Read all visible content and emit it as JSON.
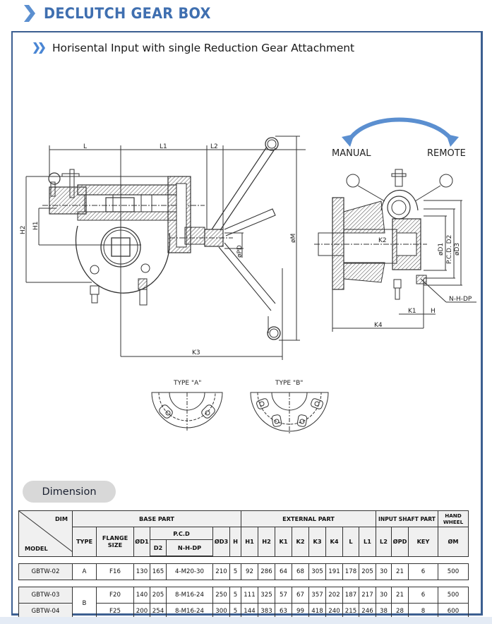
{
  "header": {
    "title": "DECLUTCH GEAR BOX",
    "accent_color": "#3f6fb0",
    "icon": "chevron-right-icon"
  },
  "section": {
    "subtitle": "Horisental Input with single Reduction Gear Attachment",
    "icon": "double-chevron-icon",
    "frame_color": "#3c5f91"
  },
  "drawing": {
    "side_view_labels": {
      "L": "L",
      "L1": "L1",
      "L2": "L2",
      "H1": "H1",
      "H2": "H2",
      "PD": "øPD",
      "M": "øM",
      "K3": "K3"
    },
    "end_view_labels": {
      "K2": "K2",
      "D1": "øD1",
      "D2": "P.C.D. D2",
      "D3": "øD3",
      "K1": "K1",
      "H": "H",
      "K4": "K4",
      "NHDP": "N-H-DP"
    },
    "mode_arrow": {
      "left_label": "MANUAL",
      "right_label": "REMOTE",
      "color": "#5b8fd0"
    },
    "flange_types": [
      "TYPE \"A\"",
      "TYPE \"B\""
    ]
  },
  "dimension": {
    "title": "Dimension",
    "header": {
      "dim": "DIM",
      "model": "MODEL",
      "base_part": "BASE PART",
      "external_part": "EXTERNAL PART",
      "input_shaft_part": "INPUT SHAFT PART",
      "hand_wheel": "HAND WHEEL",
      "type": "TYPE",
      "flange_size": "FLANGE SIZE",
      "d1": "ØD1",
      "pcd": "P.C.D",
      "d2": "D2",
      "nhdp": "N-H-DP",
      "d3": "ØD3",
      "h": "H",
      "h1": "H1",
      "h2": "H2",
      "k1": "K1",
      "k2": "K2",
      "k3": "K3",
      "k4": "K4",
      "l": "L",
      "l1": "L1",
      "l2": "L2",
      "pd": "ØPD",
      "key": "KEY",
      "m": "ØM"
    },
    "rows": [
      {
        "model": "GBTW-02",
        "type": "A",
        "flange": "F16",
        "d1": "130",
        "d2": "165",
        "nhdp": "4-M20-30",
        "d3": "210",
        "h": "5",
        "h1": "92",
        "h2": "286",
        "k1": "64",
        "k2": "68",
        "k3": "305",
        "k4": "191",
        "l": "178",
        "l1": "205",
        "l2": "30",
        "pd": "21",
        "key": "6",
        "m": "500"
      },
      {
        "model": "GBTW-03",
        "type": "B",
        "flange": "F20",
        "d1": "140",
        "d2": "205",
        "nhdp": "8-M16-24",
        "d3": "250",
        "h": "5",
        "h1": "111",
        "h2": "325",
        "k1": "57",
        "k2": "67",
        "k3": "357",
        "k4": "202",
        "l": "187",
        "l1": "217",
        "l2": "30",
        "pd": "21",
        "key": "6",
        "m": "500"
      },
      {
        "model": "GBTW-04",
        "type": "B",
        "flange": "F25",
        "d1": "200",
        "d2": "254",
        "nhdp": "8-M16-24",
        "d3": "300",
        "h": "5",
        "h1": "144",
        "h2": "383",
        "k1": "63",
        "k2": "99",
        "k3": "418",
        "k4": "240",
        "l": "215",
        "l1": "246",
        "l2": "38",
        "pd": "28",
        "key": "8",
        "m": "600"
      }
    ]
  }
}
